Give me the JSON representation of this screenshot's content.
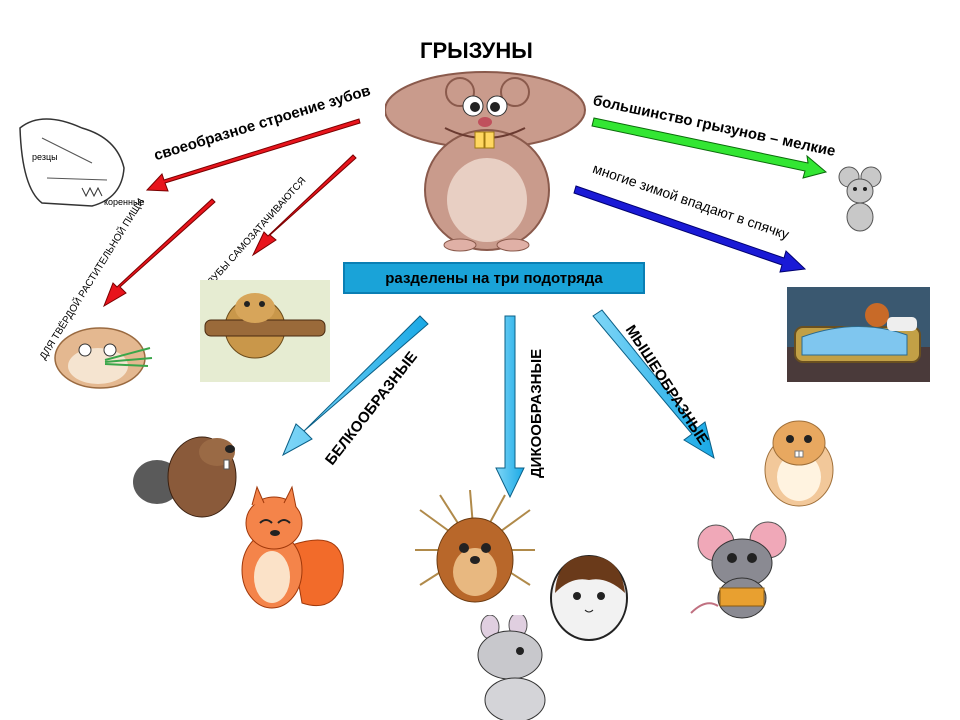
{
  "title": "ГРЫЗУНЫ",
  "features": {
    "teeth_structure": "своеобразное строение зубов",
    "most_small": "большинство грызунов – мелкие",
    "hibernation": "многие зимой впадают в спячку",
    "self_sharpening": "ЗУБЫ САМОЗАТАЧИВАЮТСЯ",
    "hard_food": "ДЛЯ ТВЁРДОЙ РАСТИТЕЛЬНОЙ ПИЩИ"
  },
  "skull_labels": {
    "incisors": "резцы",
    "molars": "коренные"
  },
  "banner": "разделены на три  подотряда",
  "suborders": [
    "БЕЛКООБРАЗНЫЕ",
    "ДИКООБРАЗНЫЕ",
    "МЫШЕОБРАЗНЫЕ"
  ],
  "colors": {
    "red_arrow": "#e8141c",
    "green_arrow": "#33e633",
    "blue_arrow": "#1a1ad6",
    "cyan_arrow": "#29b6ef",
    "banner_bg": "#1aa3d8"
  }
}
